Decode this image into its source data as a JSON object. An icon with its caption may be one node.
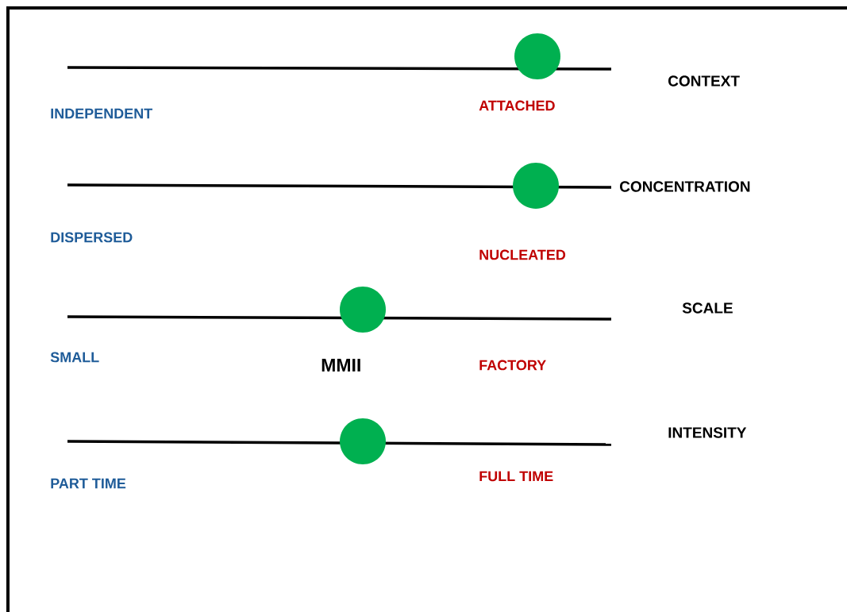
{
  "diagram": {
    "labels": [
      "CONTEXT",
      "INDEPENDENT",
      "ATTACHED",
      "CONCENTRATION",
      "DISPERSED",
      "NUCLEATED",
      "SCALE",
      "SMALL",
      "MMII",
      "FACTORY",
      "INTENSITY",
      "PART TIME",
      "FULL TIME"
    ]
  }
}
